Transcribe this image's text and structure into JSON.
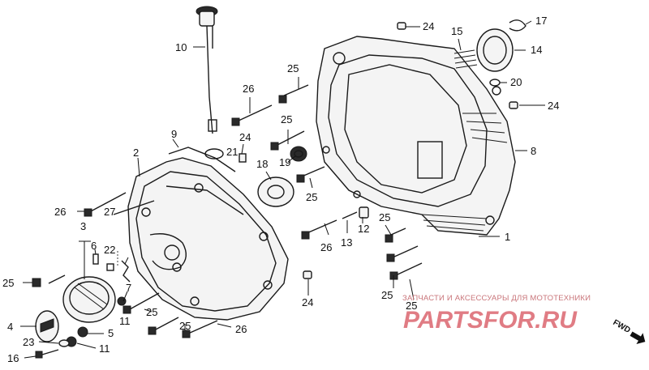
{
  "callouts": [
    "1",
    "2",
    "3",
    "4",
    "5",
    "6",
    "7",
    "8",
    "9",
    "10",
    "11",
    "12",
    "13",
    "14",
    "15",
    "16",
    "17",
    "18",
    "19",
    "20",
    "21",
    "22",
    "23",
    "24",
    "25",
    "26",
    "27"
  ],
  "watermark": {
    "subtitle": "ЗАПЧАСТИ И АКСЕССУАРЫ ДЛЯ МОТОТЕХНИКИ",
    "logo": "PARTSFOR.RU",
    "color": "#e07c84"
  },
  "direction_label": "FWD"
}
